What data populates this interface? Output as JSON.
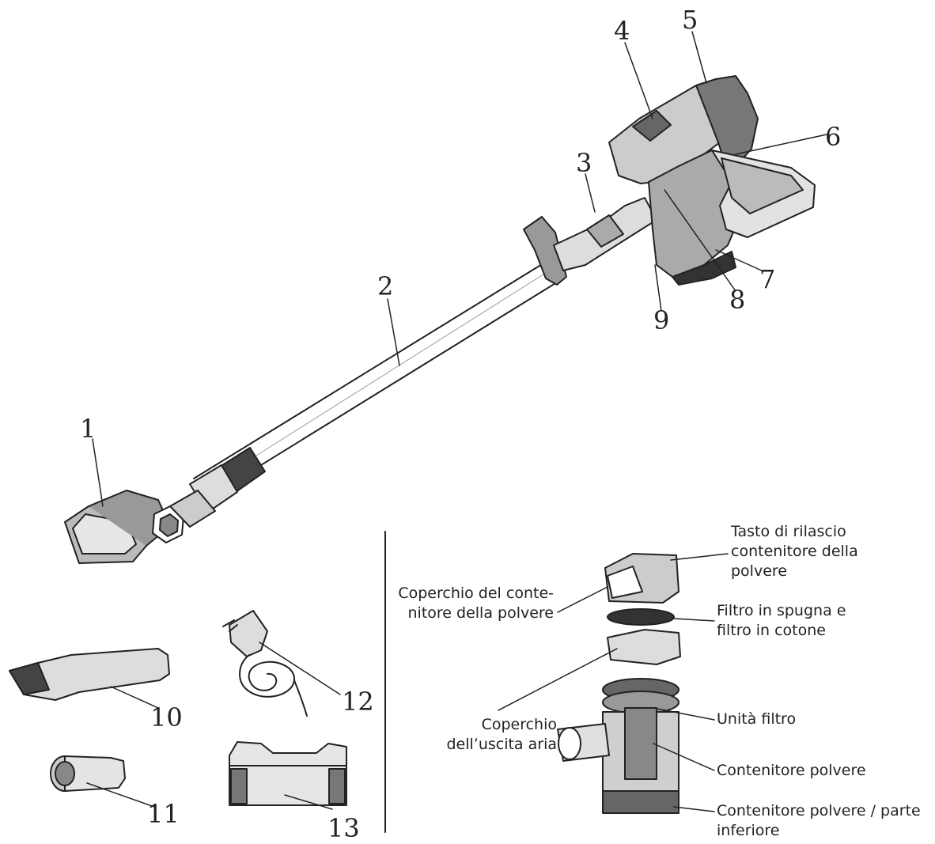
{
  "part_numbers": [
    "1",
    "2",
    "3",
    "4",
    "5",
    "6",
    "7",
    "8",
    "9",
    "10",
    "11",
    "12",
    "13"
  ],
  "labels": {
    "release_button": [
      "Tasto di rilascio",
      "contenitore della",
      "polvere"
    ],
    "dust_cover": [
      "Coperchio del conte-",
      "nitore della polvere"
    ],
    "filters": [
      "Filtro in spugna e",
      "filtro in cotone"
    ],
    "air_outlet_cover": [
      "Coperchio",
      "dell’uscita aria"
    ],
    "filter_unit": [
      "Unità filtro"
    ],
    "dust_container": [
      "Contenitore polvere"
    ],
    "dust_container_bottom": [
      "Contenitore polvere / parte",
      "inferiore"
    ]
  }
}
